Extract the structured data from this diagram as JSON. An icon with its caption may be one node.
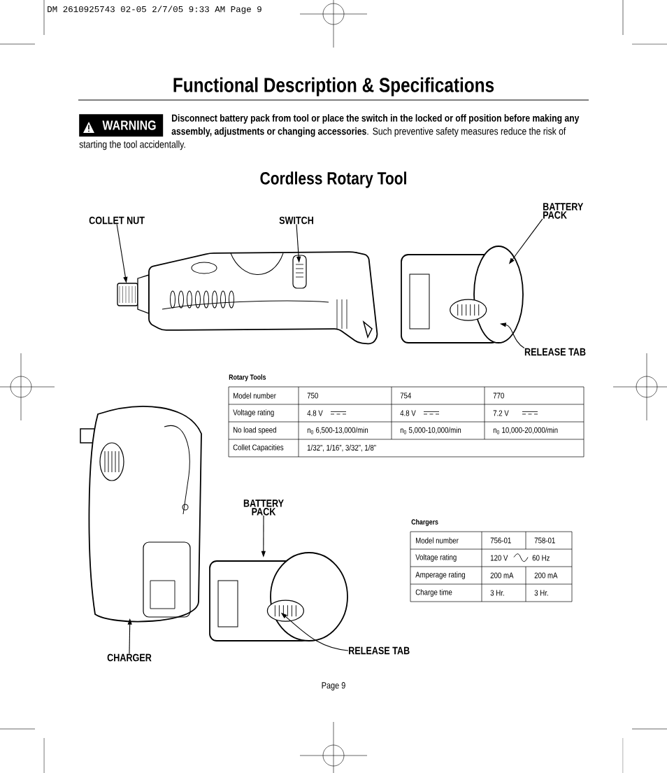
{
  "diagram": {
    "title": "Functional Description & Specifications",
    "nodes": [
      {
        "text": [
          "WARNING"
        ]
      },
      {
        "text": [
          "COLLET NUT"
        ]
      },
      {
        "text": [
          "SWITCH"
        ]
      },
      {
        "text": [
          "BATTERY PACK"
        ]
      },
      {
        "text": [
          "RELEASE TAB"
        ]
      },
      {
        "text": [
          "BATTERY PACK"
        ]
      },
      {
        "text": [
          "RELEASE TAB"
        ]
      },
      {
        "text": [
          "CHARGER"
        ]
      },
      {
        "text": [],
        "shape": "picture"
      },
      {
        "text": [],
        "shape": "picture"
      },
      {
        "text": [],
        "shape": "picture"
      },
      {
        "text": [],
        "shape": "picture"
      }
    ],
    "edges": [
      {
        "from": 1,
        "to": 8,
        "arrow": "to"
      },
      {
        "from": 2,
        "to": 8,
        "arrow": "to"
      },
      {
        "from": 3,
        "to": 9,
        "arrow": "to"
      },
      {
        "from": 4,
        "to": 9,
        "arrow": "to"
      },
      {
        "from": 5,
        "to": 11,
        "arrow": "to"
      },
      {
        "from": 6,
        "to": 11,
        "arrow": "to"
      },
      {
        "from": 7,
        "to": 10,
        "arrow": "to"
      }
    ],
    "labels": [
      "DM 2610925743 02-05 2/7/05 9:33 AM Page 9",
      "**Disconnect battery pack from tool or place the switch in the locked or off position before making any assembly, adjustments or changing accessories**. Such preventive safety measures reduce the risk of starting the tool accidentally.",
      "Cordless Rotary Tool",
      "Rotary Tools",
      "Model number",
      "750",
      "754",
      "770",
      "Voltage rating",
      "4.8 V",
      "4.8 V",
      "7.2 V",
      "No load speed",
      "n$_{0}$ 6,500-13,000/min",
      "n$_{0}$ 5,000-10,000/min",
      "n$_{0}$ 10,000-20,000/min",
      "Collet Capacities",
      "1/32”, 1/16”, 3/32”, 1/8”",
      "Chargers",
      "Model number",
      "756-01",
      "758-01",
      "Voltage rating",
      "120 V",
      "60 Hz",
      "Amperage rating",
      "200 mA",
      "200 mA",
      "Charge time",
      "3 Hr.",
      "3 Hr.",
      "Page 9"
    ]
  }
}
